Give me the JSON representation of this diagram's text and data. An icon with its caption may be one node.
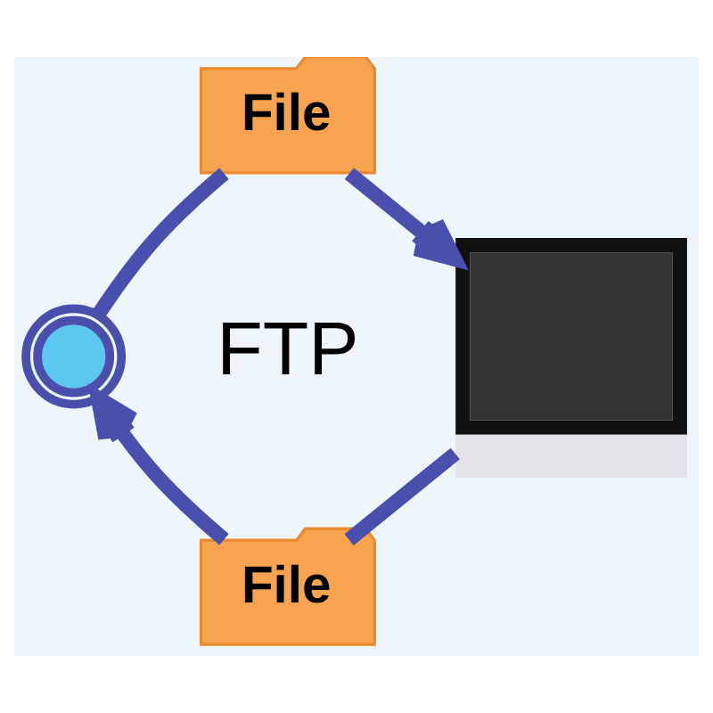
{
  "diagram": {
    "nodes": [
      {
        "text": [],
        "shape": "picture"
      },
      {
        "text": [
          "File"
        ]
      },
      {
        "text": [],
        "shape": "picture"
      },
      {
        "text": [
          "File"
        ]
      }
    ],
    "edges": [
      {
        "from": 0,
        "to": 1,
        "arrow": "none"
      },
      {
        "from": 1,
        "to": 2,
        "arrow": "to"
      },
      {
        "from": 2,
        "to": 3,
        "arrow": "none"
      },
      {
        "from": 3,
        "to": 0,
        "arrow": "to"
      }
    ],
    "labels": [
      "FTP"
    ]
  }
}
